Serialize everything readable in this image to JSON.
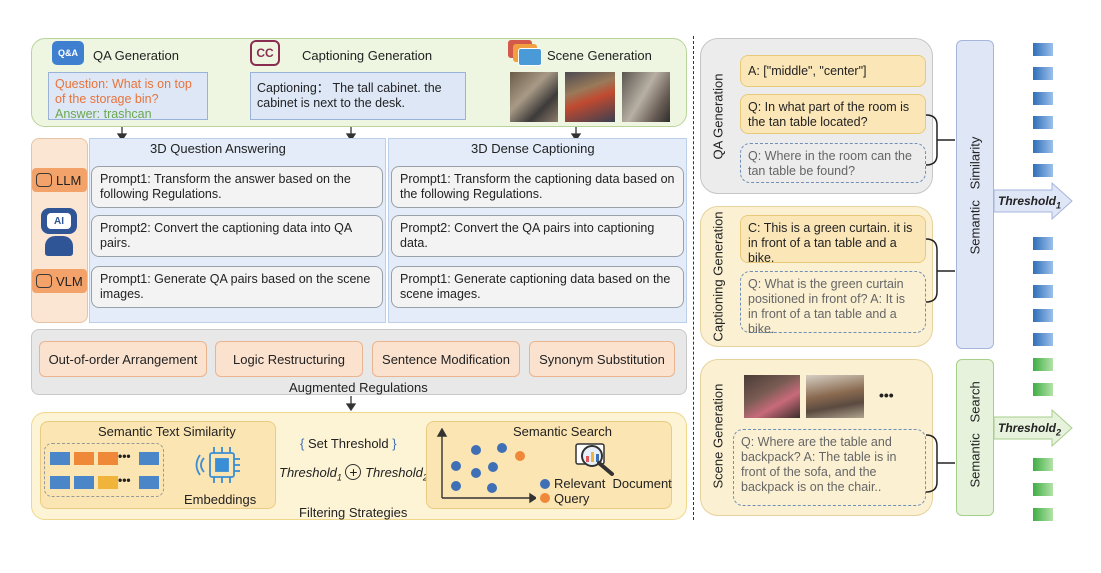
{
  "top": {
    "qa_gen_title": "QA Generation",
    "qa_icon_text": "Q&A",
    "qa_question": "Question: What is on top of the storage bin?",
    "qa_answer": "Answer: trashcan",
    "cap_gen_title": "Captioning Generation",
    "cap_icon_text": "CC",
    "captioning_text": "Captioning： The tall cabinet. the cabinet is next to the desk.",
    "scene_gen_title": "Scene Generation"
  },
  "models": {
    "llm": "LLM",
    "ai": "AI",
    "vlm": "VLM"
  },
  "qa_column": {
    "title": "3D Question Answering",
    "prompts": [
      "Prompt1: Transform the answer based on the following Regulations.",
      "Prompt2: Convert the captioning data into QA pairs.",
      "Prompt1: Generate QA pairs based on the scene images."
    ]
  },
  "cap_column": {
    "title": "3D Dense Captioning",
    "prompts": [
      "Prompt1: Transform the captioning data based on the following Regulations.",
      "Prompt2: Convert the QA pairs into captioning data.",
      "Prompt1: Generate captioning data based on the scene images."
    ]
  },
  "augmented": {
    "items": [
      "Out-of-order Arrangement",
      "Logic Restructuring",
      "Sentence Modification",
      "Synonym Substitution"
    ],
    "label": "Augmented Regulations"
  },
  "filtering": {
    "sts_title": "Semantic Text Similarity",
    "embeddings": "Embeddings",
    "dots": "•••",
    "set_threshold": "Set Threshold",
    "threshold1": "Threshold",
    "threshold1_sub": "1",
    "plus": "+",
    "threshold2": "Threshold",
    "threshold2_sub": "2",
    "ss_title": "Semantic Search",
    "relevant_document": "Relevant  Document",
    "query": "Query",
    "label": "Filtering Strategies"
  },
  "right": {
    "qa_gen_label": "QA Generation",
    "qa_answer": "A: [\"middle\", \"center\"]",
    "qa_question": "Q: In what part of the room is the tan table located?",
    "qa_similar": "Q: Where in the room can the tan table be found?",
    "cap_gen_label": "Captioning Generation",
    "cap_text": "C: This is a green curtain. it is in front of a tan table and a bike.",
    "cap_qa": "Q: What is the green curtain positioned in front of? A: It is in front of a tan table and a bike.",
    "scene_gen_label": "Scene Generation",
    "scene_ellipsis": "•••",
    "scene_qa": "Q: Where are the table and backpack? A: The table is in front of the sofa, and the backpack is on the chair..",
    "semantic_similarity": "Semantic   Similarity",
    "threshold1": "Threshold",
    "threshold1_sub": "1",
    "semantic_search": "Semantic   Search",
    "threshold2": "Threshold",
    "threshold2_sub": "2"
  },
  "colors": {
    "question_orange": "#e8743b",
    "answer_green": "#6aa84f",
    "blue_square": "#4a86c8",
    "orange_square": "#f0883a",
    "green_square": "#6cc36a",
    "query_dot": "#f0883a",
    "doc_dot": "#3f6fb5"
  }
}
